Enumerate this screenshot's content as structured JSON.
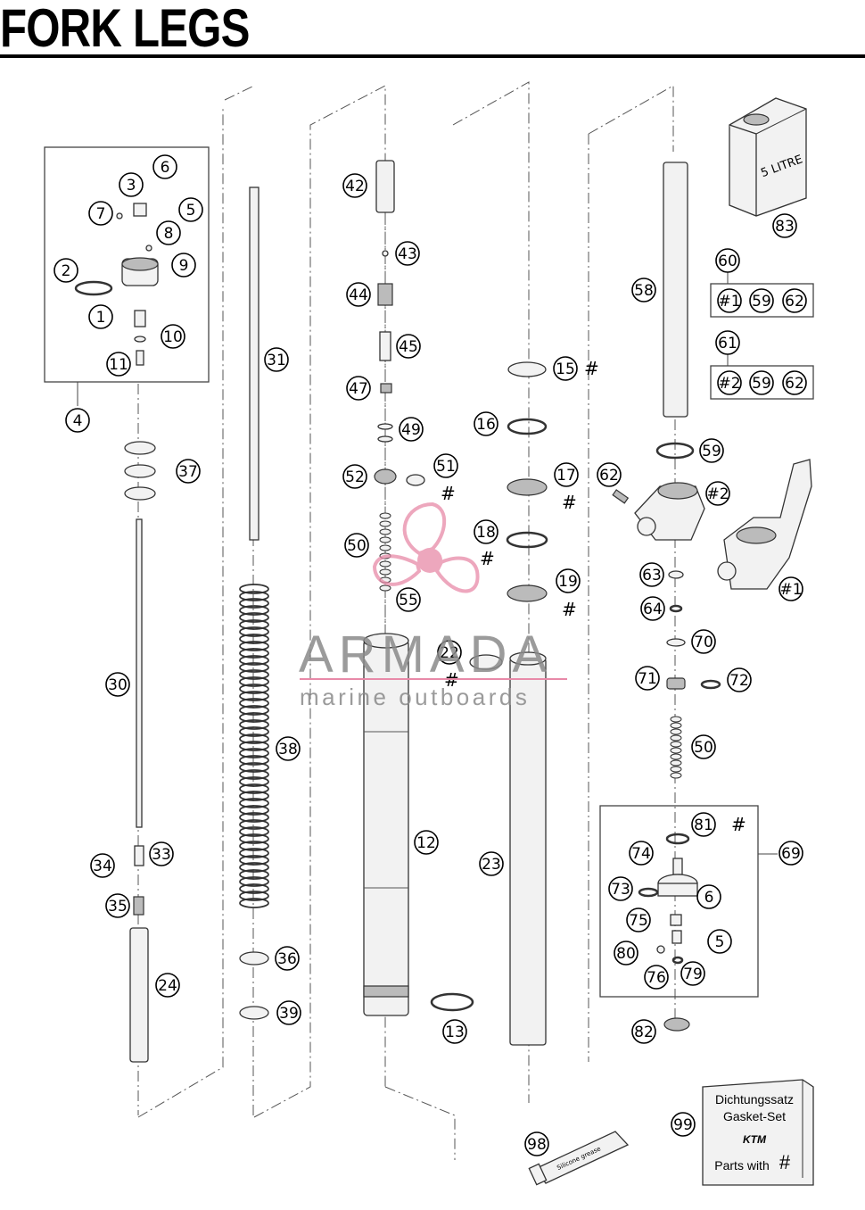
{
  "title": "FORK LEGS",
  "watermark": {
    "brand": "ARMADA",
    "tagline": "marine outboards",
    "accent_color": "#e88aa8"
  },
  "gasket_kit": {
    "line1": "Dichtungssatz",
    "line2": "Gasket-Set",
    "logo": "KTM",
    "line3": "Parts with",
    "symbol": "#"
  },
  "can_label": "5 LITRE",
  "grease_label": "Silicone grease",
  "kits": {
    "kit60": [
      "#1",
      "59",
      "62"
    ],
    "kit61": [
      "#2",
      "59",
      "62"
    ]
  },
  "callouts": [
    "6",
    "3",
    "5",
    "7",
    "8",
    "2",
    "9",
    "1",
    "10",
    "11",
    "4",
    "37",
    "30",
    "34",
    "33",
    "35",
    "24",
    "31",
    "38",
    "36",
    "39",
    "42",
    "43",
    "44",
    "45",
    "47",
    "49",
    "52",
    "51",
    "50",
    "55",
    "12",
    "22",
    "15",
    "16",
    "17",
    "18",
    "19",
    "23",
    "13",
    "98",
    "58",
    "60",
    "61",
    "59",
    "62",
    "#2",
    "#1",
    "63",
    "64",
    "70",
    "71",
    "72",
    "50",
    "81",
    "69",
    "74",
    "73",
    "6",
    "75",
    "5",
    "80",
    "76",
    "79",
    "82",
    "83",
    "99"
  ],
  "hash_symbol": "#"
}
